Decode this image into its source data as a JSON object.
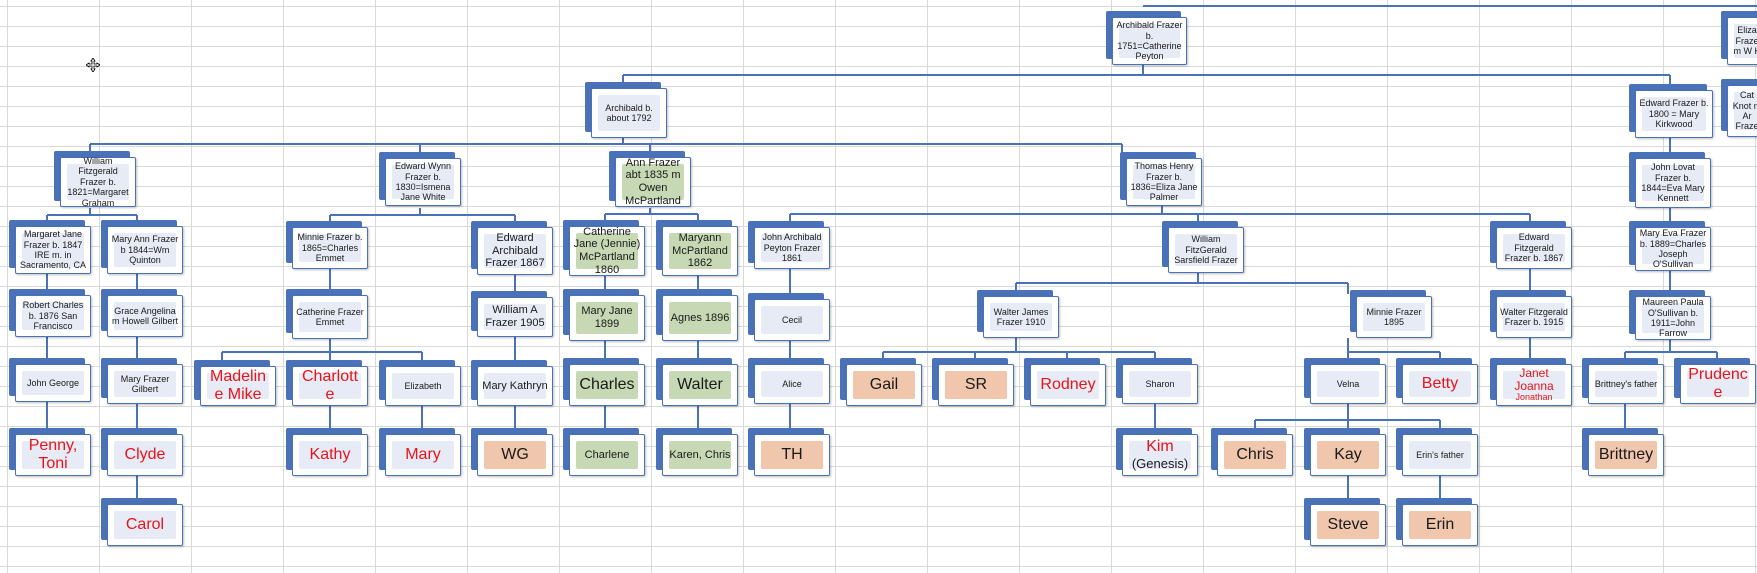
{
  "colors": {
    "box_border": "#4a72b8",
    "box_fill": "#e6ebf5",
    "green_fill": "#c6d9b4",
    "peach_fill": "#f0c6ad",
    "red_text": "#e8141b",
    "grid": "#d9d9d9"
  },
  "cursor_icon": "move-cursor-icon",
  "nodes": {
    "archibald_frazer_1751": "Archibald Frazer b. 1751=Catherine Peyton",
    "eliza_partial": "Eliza Fraze m W K",
    "archibald_1792": "Archibald b. about 1792",
    "edward_1800": "Edward Frazer b. 1800 = Mary Kirkwood",
    "cath_partial": "Cat Knot m Ar Fraze",
    "william_fitzgerald_1821": "William Fitzgerald Frazer b. 1821=Margaret Graham",
    "edward_wynn_1830": "Edward Wynn Frazer b. 1830=Ismena Jane White",
    "ann_frazer_1835": "Ann Frazer abt 1835 m Owen McPartland",
    "thomas_henry_1836": "Thomas Henry Frazer b. 1836=Eliza Jane Palmer",
    "john_lovat_1844": "John Lovat Frazer b. 1844=Eva Mary Kennett",
    "margaret_jane_1847": "Margaret Jane Frazer b. 1847 IRE m. in Sacramento, CA",
    "mary_ann_1844": "Mary Ann Frazer b 1844=Wm Quinton",
    "minnie_1865": "Minnie Frazer b. 1865=Charles Emmet",
    "edward_archibald_1867": "Edward Archibald Frazer 1867",
    "catherine_jennie_1860": "Catherine Jane (Jennie) McPartland 1860",
    "maryann_1862": "Maryann McPartland 1862",
    "john_archibald_1861": "John Archibald Peyton Frazer 1861",
    "william_fitzgerald_sarsfield": "William FitzGerald Sarsfield Frazer",
    "edward_fitzgerald_1867": "Edward Fitzgerald Frazer b. 1867",
    "mary_eva_1889": "Mary Eva  Frazer b. 1889=Charles Joseph O'Sullivan",
    "robert_charles_1876": "Robert Charles b. 1876 San Francisco",
    "grace_angelina": "Grace Angelina m Howell Gilbert",
    "catherine_frazer_emmet": "Catherine Frazer Emmet",
    "william_a_1905": "William A Frazer 1905",
    "mary_jane_1899": "Mary Jane 1899",
    "agnes_1896": "Agnes 1896",
    "cecil": "Cecil",
    "walter_james_1910": "Walter James Frazer 1910",
    "minnie_frazer_1895": "Minnie Frazer 1895",
    "walter_fitzgerald_1915": "Walter Fitzgerald Frazer b. 1915",
    "maureen_paula_1911": "Maureen Paula O'Sullivan b. 1911=John Farrow",
    "john_george": "John George",
    "mary_frazer_gilbert": "Mary Frazer Gilbert",
    "madeline_mike": "Madelin e Mike",
    "charlotte": "Charlott e",
    "elizabeth": "Elizabeth",
    "mary_kathryn": "Mary Kathryn",
    "charles": "Charles",
    "walter": "Walter",
    "alice": "Alice",
    "gail": "Gail",
    "sr": "SR",
    "rodney": "Rodney",
    "sharon": "Sharon",
    "velna": "Velna",
    "betty": "Betty",
    "janet_joanna_jonathan_1": "Janet",
    "janet_joanna_jonathan_2": "Joanna",
    "janet_joanna_jonathan_3": "Jonathan",
    "brittneys_father": "Brittney's father",
    "prudence": "Prudenc e",
    "penny_toni": "Penny, Toni",
    "clyde": "Clyde",
    "kathy": "Kathy",
    "mary": "Mary",
    "wg": "WG",
    "charlene": "Charlene",
    "karen_chris": "Karen, Chris",
    "th": "TH",
    "kim_1": "Kim",
    "kim_2": "(Genesis)",
    "chris": "Chris",
    "kay": "Kay",
    "erins_father": "Erin's father",
    "brittney": "Brittney",
    "carol": "Carol",
    "steve": "Steve",
    "erin": "Erin"
  }
}
